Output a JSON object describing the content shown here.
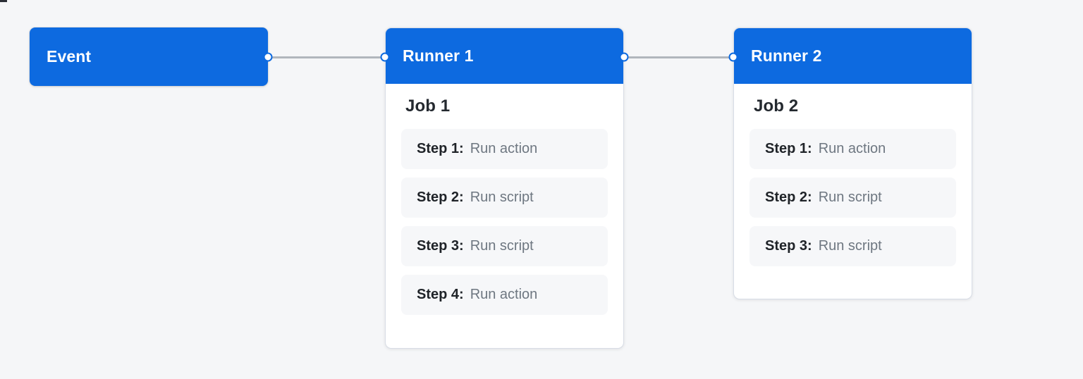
{
  "canvas": {
    "background_color": "#f5f6f8",
    "accent_color": "#0d6ae0",
    "edge_color": "#b1b6bd"
  },
  "nodes": {
    "event": {
      "title": "Event",
      "handles": [
        "right"
      ]
    },
    "runner_1": {
      "title": "Runner 1",
      "job_title": "Job 1",
      "handles": [
        "left",
        "right"
      ],
      "steps": [
        {
          "label": "Step 1:",
          "action": "Run action"
        },
        {
          "label": "Step 2:",
          "action": "Run script"
        },
        {
          "label": "Step 3:",
          "action": "Run script"
        },
        {
          "label": "Step 4:",
          "action": "Run action"
        }
      ]
    },
    "runner_2": {
      "title": "Runner 2",
      "job_title": "Job 2",
      "handles": [
        "left"
      ],
      "steps": [
        {
          "label": "Step 1:",
          "action": "Run action"
        },
        {
          "label": "Step 2:",
          "action": "Run script"
        },
        {
          "label": "Step 3:",
          "action": "Run script"
        }
      ]
    }
  },
  "edges": [
    {
      "from": "event",
      "to": "runner_1"
    },
    {
      "from": "runner_1",
      "to": "runner_2"
    }
  ]
}
